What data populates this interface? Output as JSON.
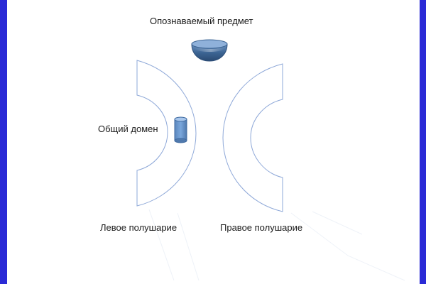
{
  "labels": {
    "recognized_object": "Опознаваемый предмет",
    "common_domain": "Общий домен",
    "left_hemisphere": "Левое полушарие",
    "right_hemisphere": "Правое полушарие"
  },
  "colors": {
    "background_border": "#2a2ad6",
    "canvas": "#ffffff",
    "outline": "#7f9fd0",
    "object_fill_top": "#4d77a8",
    "object_fill_bottom": "#2e4f7a",
    "cylinder_fill": "#6d9bd3",
    "cylinder_top": "#a9c7ec",
    "text": "#1a1a1a"
  }
}
